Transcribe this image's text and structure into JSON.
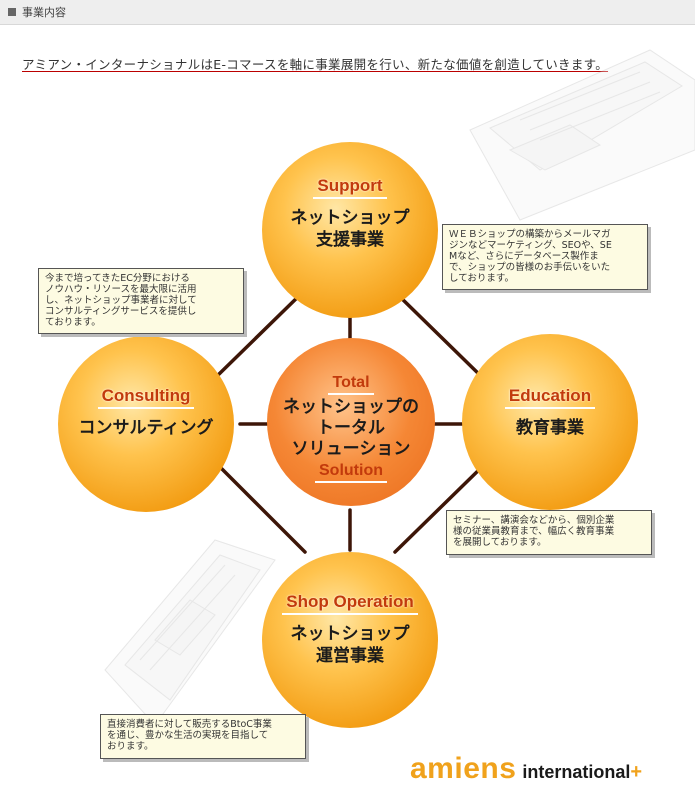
{
  "breadcrumb": {
    "label": "事業内容"
  },
  "headline": "アミアン・インターナショナルはE-コマースを軸に事業展開を行い、新たな価値を創造していきます。",
  "diagram": {
    "center": {
      "top_label": "Total",
      "lines": [
        "ネットショップの",
        "トータル",
        "ソリューション"
      ],
      "bottom_label": "Solution"
    },
    "support": {
      "label": "Support",
      "lines": [
        "ネットショップ",
        "支援事業"
      ],
      "note": [
        "ＷＥＢショップの構築からメールマガ",
        "ジンなどマーケティング、SEOや、SE",
        "Mなど、さらにデータベース製作ま",
        "で、ショップの皆様のお手伝いをいた",
        "しております。"
      ]
    },
    "consulting": {
      "label": "Consulting",
      "lines": [
        "コンサルティング"
      ],
      "note": [
        "今まで培ってきたEC分野における",
        "ノウハウ・リソースを最大限に活用",
        "し、ネットショップ事業者に対して",
        "コンサルティングサービスを提供し",
        "ております。"
      ]
    },
    "education": {
      "label": "Education",
      "lines": [
        "教育事業"
      ],
      "note": [
        "セミナー、講演会などから、個別企業",
        "様の従業員教育まで、幅広く教育事業",
        "を展開しております。"
      ]
    },
    "operation": {
      "label": "Shop Operation",
      "lines": [
        "ネットショップ",
        "運営事業"
      ],
      "note": [
        "直接消費者に対して販売するBtoC事業",
        "を通じ、豊かな生活の実現を目指して",
        "おります。"
      ]
    }
  },
  "logo": {
    "word": "amiens",
    "suffix": "international",
    "mark": "+"
  },
  "colors": {
    "accent": "#f0a21c",
    "label_red": "#c23a0c",
    "underline": "#b00000"
  }
}
